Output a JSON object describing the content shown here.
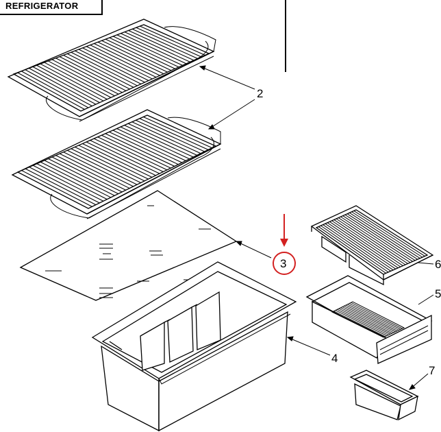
{
  "header": {
    "title": "REFRIGERATOR"
  },
  "callouts": {
    "c2": "2",
    "c3": "3",
    "c4": "4",
    "c6": "6",
    "c5": "5",
    "c7": "7"
  },
  "colors": {
    "line": "#000000",
    "highlight": "#d32020",
    "paper": "#ffffff"
  }
}
